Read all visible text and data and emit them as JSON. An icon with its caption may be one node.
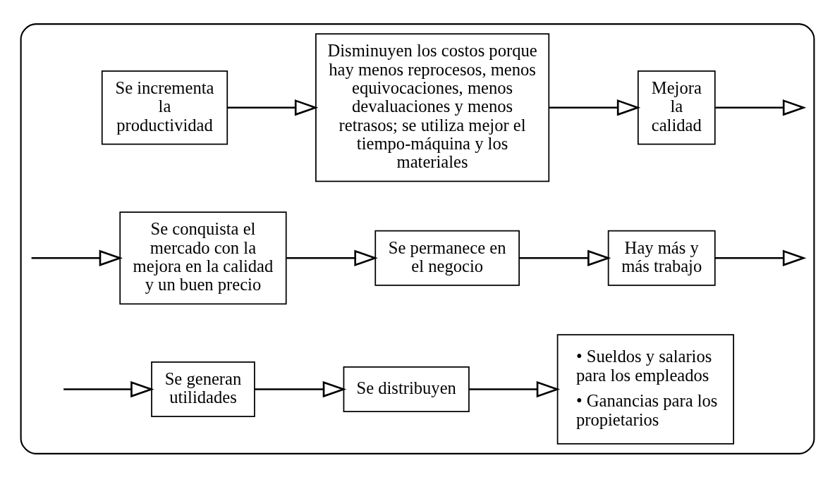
{
  "diagram": {
    "nodes": [
      {
        "text": [],
        "shape": "box"
      },
      {
        "text": [
          "Se incrementa la productividad"
        ],
        "in": 0
      },
      {
        "text": [
          "Disminuyen los costos porque hay menos reprocesos, menos equivocaciones, menos devaluaciones y menos retrasos; se utiliza mejor el tiempo-máquina y los materiales"
        ],
        "in": 0
      },
      {
        "text": [
          "Mejora la calidad"
        ],
        "in": 0
      },
      {
        "text": [
          "Se conquista el mercado con la mejora en la calidad y un buen precio"
        ],
        "in": 0
      },
      {
        "text": [
          "Se permanece en el negocio"
        ],
        "in": 0
      },
      {
        "text": [
          "Hay más y más trabajo"
        ],
        "in": 0
      },
      {
        "text": [
          "Se generan utilidades"
        ],
        "in": 0
      },
      {
        "text": [
          "Se distribuyen"
        ],
        "in": 0
      },
      {
        "text": [
          "• Sueldos y salarios para los empleados",
          "• Ganancias para los propietarios"
        ],
        "in": 0
      }
    ],
    "edges": [
      {
        "from": 1,
        "to": 2,
        "arrow": "to"
      },
      {
        "from": 2,
        "to": 3,
        "arrow": "to"
      },
      {
        "from": 3,
        "to": null,
        "arrow": "to"
      },
      {
        "from": null,
        "to": 4,
        "arrow": "to"
      },
      {
        "from": 4,
        "to": 5,
        "arrow": "to"
      },
      {
        "from": 5,
        "to": 6,
        "arrow": "to"
      },
      {
        "from": 6,
        "to": null,
        "arrow": "to"
      },
      {
        "from": null,
        "to": 7,
        "arrow": "to"
      },
      {
        "from": 7,
        "to": 8,
        "arrow": "to"
      },
      {
        "from": 8,
        "to": 9,
        "arrow": "to"
      }
    ]
  }
}
